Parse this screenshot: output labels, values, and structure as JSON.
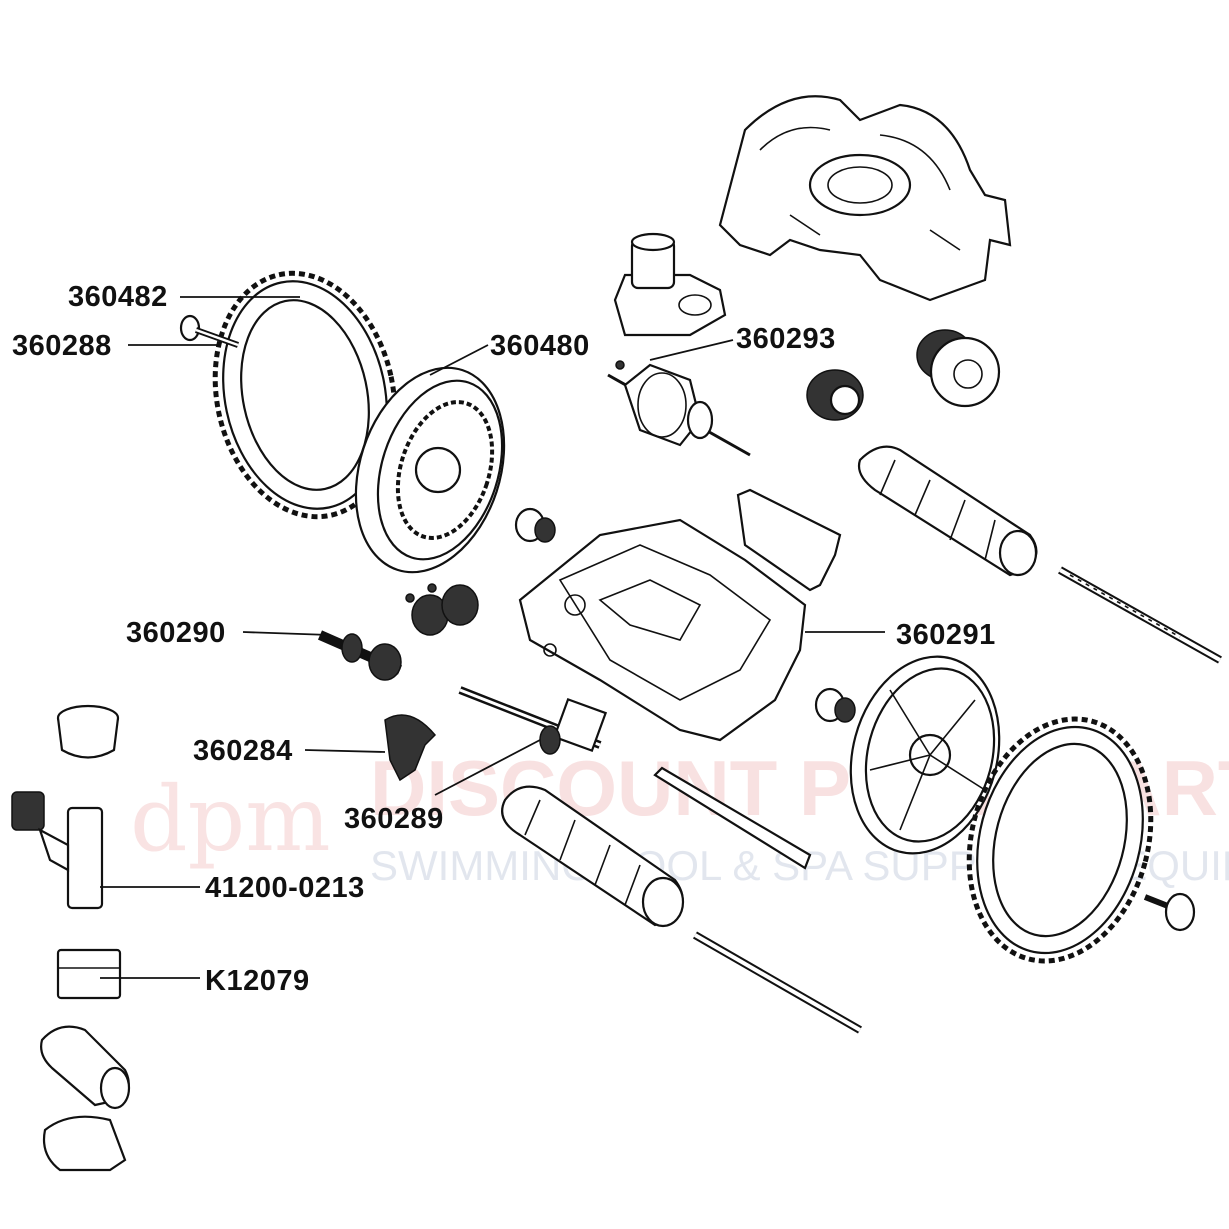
{
  "watermark": {
    "logo": "dpm",
    "brand": "DISCOUNT POOL MART",
    "tagline": "SWIMMING POOL & SPA SUPPLIES & EQUIPMENT"
  },
  "labels": {
    "p360482": "360482",
    "p360288": "360288",
    "p360480": "360480",
    "p360293": "360293",
    "p360290": "360290",
    "p360291": "360291",
    "p360284": "360284",
    "p360289": "360289",
    "p41200": "41200-0213",
    "pK12079": "K12079"
  }
}
